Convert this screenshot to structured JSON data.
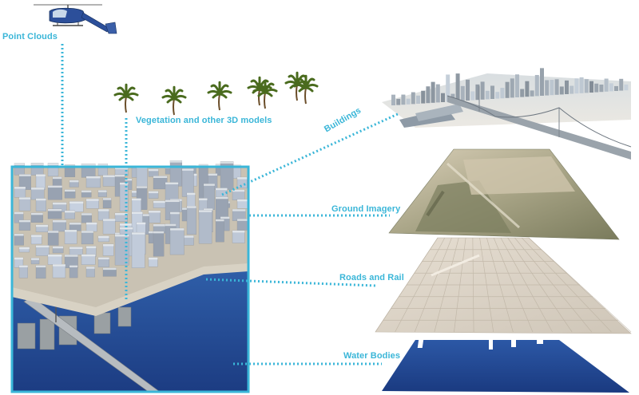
{
  "labels": {
    "point_clouds": "Point Clouds",
    "vegetation": "Vegetation and other 3D models",
    "buildings": "Buildings",
    "ground_imagery": "Ground Imagery",
    "roads_rail": "Roads and Rail",
    "water_bodies": "Water Bodies"
  },
  "colors": {
    "connector": "#3ab6d8",
    "water": "#1f3f86",
    "ground": "#8a8a6a",
    "roads": "#d8d0c4",
    "vegetation": "#4a6b1e"
  },
  "icons": [
    "helicopter-icon",
    "palm-tree-icon"
  ]
}
